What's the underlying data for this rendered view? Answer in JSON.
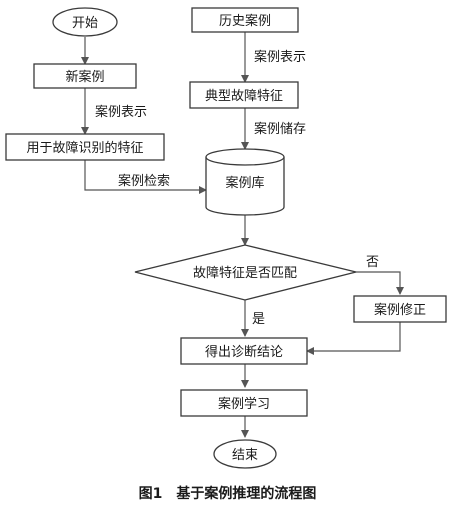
{
  "nodes": {
    "start": "开始",
    "history_cases": "历史案例",
    "new_case": "新案例",
    "typical_features": "典型故障特征",
    "diagnosis_features": "用于故障识别的特征",
    "case_base": "案例库",
    "match_decision": "故障特征是否匹配",
    "case_revision": "案例修正",
    "diagnosis_result": "得出诊断结论",
    "case_learning": "案例学习",
    "end": "结束"
  },
  "edges": {
    "case_representation_1": "案例表示",
    "case_representation_2": "案例表示",
    "case_storage": "案例储存",
    "case_retrieval": "案例检索",
    "no": "否",
    "yes": "是"
  },
  "caption": "图1　基于案例推理的流程图"
}
